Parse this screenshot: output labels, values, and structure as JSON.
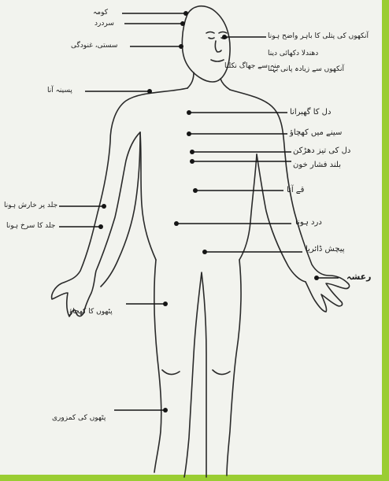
{
  "colors": {
    "page": "#f2f3ee",
    "ink": "#1d1d1d",
    "border": "#9acd32"
  },
  "labels": {
    "coma": "کومہ",
    "headache": "سردرد",
    "unconsciousness": "سستی، غنودگی",
    "pupils_dilated": "آنکھوں کی پتلی کا باہر واضح ہونا",
    "blurred_vision": "دھندلا دکھائی دینا",
    "watery_eyes": "آنکھوں سے زیادہ پانی بہنا",
    "mouth_foam": "منہ سے جھاگ نکلنا",
    "sweating": "پسینہ آنا",
    "heart_palpitation": "دل کا گھبرانا",
    "chest_tightness": "سینے میں کھچاؤ",
    "fast_heartbeat": "دل کی تیز دھڑکن",
    "high_bp": "بلند فشار خون",
    "vomiting": "قے آنا",
    "skin_itching": "جلد پر خارش ہونا",
    "skin_redness": "جلد کا سرخ ہونا",
    "abdominal_pain": "درد ہونا",
    "diarrhea": "پیچش ڈائریا",
    "tremor": "رعشہ",
    "muscle_cramps": "پٹھوں کا کھچاؤ",
    "muscle_weakness": "پٹھوں کی کمزوری"
  }
}
